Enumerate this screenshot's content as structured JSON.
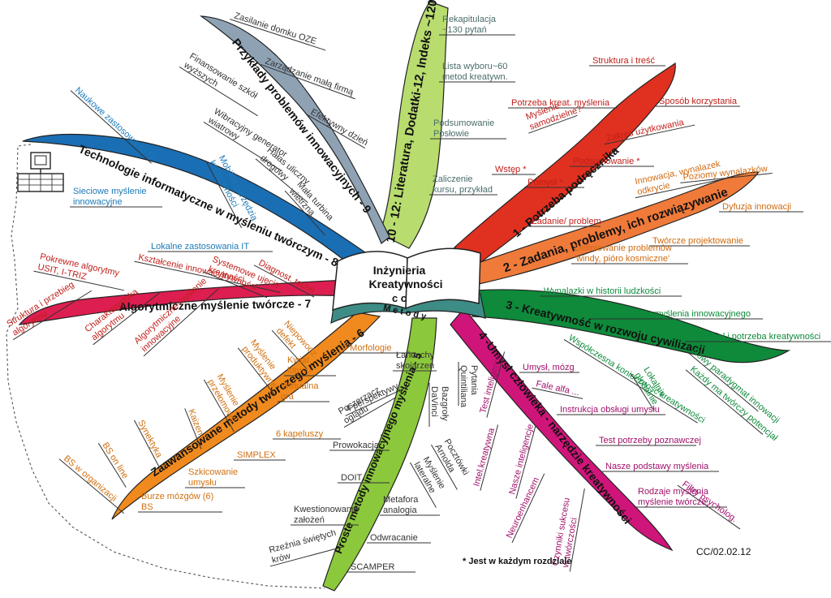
{
  "center": {
    "title_lines": [
      "Inżynieria",
      "Kreatywności",
      "c c"
    ],
    "arc_text": "M e t o d y"
  },
  "branches": [
    {
      "id": "b10",
      "title": "10 - 12:  Literatura, Dodatki-12, Indeks ~120",
      "color": "#b8dc6e",
      "leaves": [
        {
          "text": [
            "Rekapitulacja",
            "~130 pytań"
          ],
          "color": "#4a6b6b"
        },
        {
          "text": [
            "Lista wyboru~60",
            "metod kreatywn."
          ],
          "color": "#4a6b6b"
        },
        {
          "text": [
            "Podsumowanie",
            "Posłowie"
          ],
          "color": "#4a6b6b"
        },
        {
          "text": [
            "Zaliczenie",
            "kursu, przykład"
          ],
          "color": "#4a6b6b"
        }
      ]
    },
    {
      "id": "b1",
      "title": "1 - Potrzeba podręcznika",
      "color": "#e03020",
      "leaves": [
        {
          "text": [
            "Struktura i treść"
          ],
          "color": "#c0201a"
        },
        {
          "text": [
            "Sposób korzystania"
          ],
          "color": "#c0201a"
        },
        {
          "text": [
            "Potrzeba kreat. myślenia"
          ],
          "color": "#c0201a"
        },
        {
          "text": [
            "Myślenie",
            "samodzielne?"
          ],
          "color": "#c0201a"
        },
        {
          "text": [
            "Zakres użytkowania"
          ],
          "color": "#c0201a"
        },
        {
          "text": [
            "Wstęp *"
          ],
          "color": "#c0201a"
        },
        {
          "text": [
            "Podsumowanie *"
          ],
          "color": "#c0201a"
        },
        {
          "text": [
            "Pomysł *"
          ],
          "color": "#c0201a"
        }
      ]
    },
    {
      "id": "b2",
      "title": "2 - Zadania, problemy, ich rozwiązywanie",
      "color": "#f07a3a",
      "leaves": [
        {
          "text": [
            "Poziomy wynalazków"
          ],
          "color": "#d06a10"
        },
        {
          "text": [
            "Innowacja, wynalazek",
            "odkrycie"
          ],
          "color": "#d06a10"
        },
        {
          "text": [
            "Dyfuzja innowacji"
          ],
          "color": "#d06a10"
        },
        {
          "text": [
            "Zadanie/ problem"
          ],
          "color": "#c0201a"
        },
        {
          "text": [
            "Twórcze projektowanie"
          ],
          "color": "#d06a10"
        },
        {
          "text": [
            "Definiowanie problemów",
            "'windy, pióro kosmiczne'"
          ],
          "color": "#d06a10"
        }
      ]
    },
    {
      "id": "b3",
      "title": "3 - Kreatywność w rozwoju cywilizacji",
      "color": "#0e8a3a",
      "leaves": [
        {
          "text": [
            "Wynalazki w historii ludzkości"
          ],
          "color": "#0e8a3a"
        },
        {
          "text": [
            "Wielkie umysły myślenia innowacyjnego"
          ],
          "color": "#0e8a3a"
        },
        {
          "text": [
            "Potencjał i potrzeba kreatywności"
          ],
          "color": "#0e8a3a"
        },
        {
          "text": [
            "Nowy paradygmat innowacji"
          ],
          "color": "#0e8a3a"
        },
        {
          "text": [
            "Każdy ma twórczy potencjał"
          ],
          "color": "#0e8a3a"
        },
        {
          "text": [
            "Współczesna konieczność kreatywności"
          ],
          "color": "#0e8a3a"
        },
        {
          "text": [
            "Lokalnie",
            "globalnie"
          ],
          "color": "#0e8a3a"
        }
      ]
    },
    {
      "id": "b4",
      "title": "4 -Umysł człowieka - narzędzie kreatywności",
      "color": "#d0157a",
      "leaves": [
        {
          "text": [
            "Umysł, mózg"
          ],
          "color": "#a0106a"
        },
        {
          "text": [
            "Fale alfa ..."
          ],
          "color": "#a0106a"
        },
        {
          "text": [
            "Instrukcja obsługi umysłu"
          ],
          "color": "#a0106a"
        },
        {
          "text": [
            "Test potrzeby poznawczej"
          ],
          "color": "#a0106a"
        },
        {
          "text": [
            "Nasze podstawy myślenia"
          ],
          "color": "#a0106a"
        },
        {
          "text": [
            "Filtry psycholog."
          ],
          "color": "#a0106a"
        },
        {
          "text": [
            "Rodzaje myślenia",
            "myślenie twórcze"
          ],
          "color": "#a0106a"
        },
        {
          "text": [
            "Test inteligencji"
          ],
          "color": "#a0106a"
        },
        {
          "text": [
            "Intel.kreatywna"
          ],
          "color": "#a0106a"
        },
        {
          "text": [
            "Nasze inteligencje"
          ],
          "color": "#a0106a"
        },
        {
          "text": [
            "Neuroenhancem"
          ],
          "color": "#a0106a"
        },
        {
          "text": [
            "Czynniki sukcesu",
            "w twórczości"
          ],
          "color": "#a0106a"
        }
      ]
    },
    {
      "id": "b5",
      "title": "Proste metody innowacyjnego myślenia - 5",
      "color": "#8cc83c",
      "leaves": [
        {
          "text": [
            "Pytania",
            "Quintiliana"
          ],
          "color": "#333333"
        },
        {
          "text": [
            "Bazgroły",
            "DaVinci"
          ],
          "color": "#333333"
        },
        {
          "text": [
            "Pocztówki",
            "Arnolda"
          ],
          "color": "#333333"
        },
        {
          "text": [
            "Myślenie",
            "lateralne"
          ],
          "color": "#333333"
        },
        {
          "text": [
            "Metafora",
            "analogia"
          ],
          "color": "#333333"
        },
        {
          "text": [
            "Odwracanie"
          ],
          "color": "#333333"
        },
        {
          "text": [
            "Łańcuchy",
            "skojarzeń"
          ],
          "color": "#333333"
        },
        {
          "text": [
            "4 perspektywy"
          ],
          "color": "#333333"
        },
        {
          "text": [
            "Poszerzacz",
            "oglądu"
          ],
          "color": "#333333"
        },
        {
          "text": [
            "Prowokacja"
          ],
          "color": "#333333"
        },
        {
          "text": [
            "DOIT"
          ],
          "color": "#333333"
        },
        {
          "text": [
            "Kwestionowanie",
            "założeń"
          ],
          "color": "#333333"
        },
        {
          "text": [
            "Rzeźnia świętych",
            "krów"
          ],
          "color": "#333333"
        },
        {
          "text": [
            "SCAMPER"
          ],
          "color": "#333333"
        }
      ]
    },
    {
      "id": "b6",
      "title": "Zaawansowane metody twórczego myślenia - 6",
      "color": "#f08a1e",
      "leaves": [
        {
          "text": [
            "Niepowodz",
            "defekt"
          ],
          "color": "#d07010"
        },
        {
          "text": [
            "Myślenie",
            "produktywne"
          ],
          "color": "#d07010"
        },
        {
          "text": [
            "Kwiat",
            "lotosu"
          ],
          "color": "#d07010"
        },
        {
          "text": [
            "Myślenie",
            "przełomowe"
          ],
          "color": "#d07010"
        },
        {
          "text": [
            "Wirtualna",
            "gra"
          ],
          "color": "#d07010"
        },
        {
          "text": [
            "6 kapeluszy"
          ],
          "color": "#d07010"
        },
        {
          "text": [
            "Kaizen"
          ],
          "color": "#d07010"
        },
        {
          "text": [
            "Synektyka"
          ],
          "color": "#d07010"
        },
        {
          "text": [
            "SIMPLEX"
          ],
          "color": "#d07010"
        },
        {
          "text": [
            "BS on line"
          ],
          "color": "#d07010"
        },
        {
          "text": [
            "BS w organizacji"
          ],
          "color": "#d07010"
        },
        {
          "text": [
            "Szkicowanie",
            "umysłu"
          ],
          "color": "#d07010"
        },
        {
          "text": [
            "Burze mózgów (6)",
            "BS"
          ],
          "color": "#d07010"
        },
        {
          "text": [
            "3 Morfologie"
          ],
          "color": "#d07010"
        }
      ]
    },
    {
      "id": "b7",
      "title": "Algorytmiczne myślenie twórcze - 7",
      "color": "#dc1e50",
      "leaves": [
        {
          "text": [
            "Kształcenie innowacyjności"
          ],
          "color": "#c0201a"
        },
        {
          "text": [
            "Pokrewne algorytmy",
            "USIT, I-TRIZ"
          ],
          "color": "#c0201a"
        },
        {
          "text": [
            "Diagnost. techn"
          ],
          "color": "#c0201a"
        },
        {
          "text": [
            "Systemowe ujęcie",
            "kreatywności"
          ],
          "color": "#c0201a"
        },
        {
          "text": [
            "Struktura i przebieg",
            "algorytmu"
          ],
          "color": "#c0201a"
        },
        {
          "text": [
            "Charakterystyka",
            "algorytmu"
          ],
          "color": "#c0201a"
        },
        {
          "text": [
            "Algorytmiczne myślenie",
            "innowacyjne"
          ],
          "color": "#c0201a"
        }
      ]
    },
    {
      "id": "b8",
      "title": "Technologie informatyczne w myśleniu twórczym - 8",
      "color": "#1a6eb4",
      "leaves": [
        {
          "text": [
            "Naukowe zastosowania IT"
          ],
          "color": "#1a7ab8"
        },
        {
          "text": [
            "Mobilne narzędzia",
            "kreatywności"
          ],
          "color": "#1a7ab8"
        },
        {
          "text": [
            "Sieciowe myślenie",
            "innowacyjne"
          ],
          "color": "#1a7ab8"
        },
        {
          "text": [
            "Lokalne zastosowania IT"
          ],
          "color": "#1a7ab8"
        }
      ]
    },
    {
      "id": "b9",
      "title": "Przykłady problemów innowacyjnych - 9",
      "color": "#8ea2b4",
      "leaves": [
        {
          "text": [
            "Zasilanie domku OZE"
          ],
          "color": "#333333"
        },
        {
          "text": [
            "Zarządzanie małą firmą"
          ],
          "color": "#333333"
        },
        {
          "text": [
            "Finansowanie szkół",
            "wyższych"
          ],
          "color": "#333333"
        },
        {
          "text": [
            "Efektywny dzień"
          ],
          "color": "#333333"
        },
        {
          "text": [
            "Wibracyjny generator",
            "wiatrowy"
          ],
          "color": "#333333"
        },
        {
          "text": [
            "Hałas uliczny",
            "drogowy"
          ],
          "color": "#333333"
        },
        {
          "text": [
            "Mała turbina",
            "wietrzna"
          ],
          "color": "#333333"
        }
      ]
    }
  ],
  "footer": {
    "note": "* Jest w każdym rozdziale",
    "code": "CC/02.02.12"
  }
}
